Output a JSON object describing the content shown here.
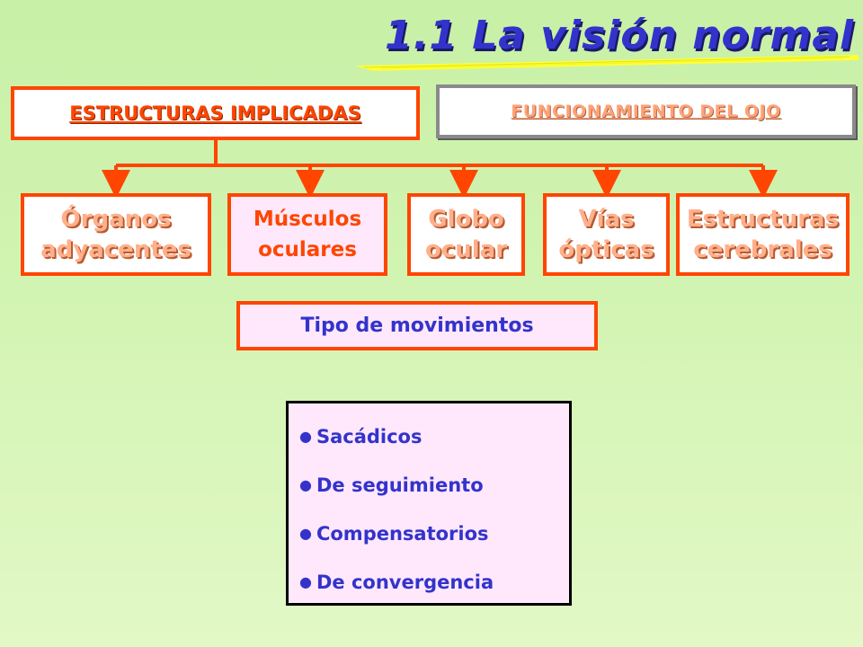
{
  "title": "1.1 La visión normal",
  "structures": {
    "header": "ESTRUCTURAS IMPLICADAS",
    "children": [
      {
        "line1": "Órganos",
        "line2": "adyacentes",
        "active": false
      },
      {
        "line1": "Músculos",
        "line2": "oculares",
        "active": true
      },
      {
        "line1": "Globo",
        "line2": "ocular",
        "active": false
      },
      {
        "line1": "Vías",
        "line2": "ópticas",
        "active": false
      },
      {
        "line1": "Estructuras",
        "line2": "cerebrales",
        "active": false
      }
    ]
  },
  "functioning": {
    "label": "FUNCIONAMIENTO DEL OJO"
  },
  "movements": {
    "header": "Tipo de movimientos",
    "items": [
      "Sacádicos",
      "De seguimiento",
      "Compensatorios",
      "De convergencia"
    ]
  },
  "colors": {
    "orange": "#ff4500",
    "blue": "#3333cc",
    "highlight": "#ffff00"
  }
}
